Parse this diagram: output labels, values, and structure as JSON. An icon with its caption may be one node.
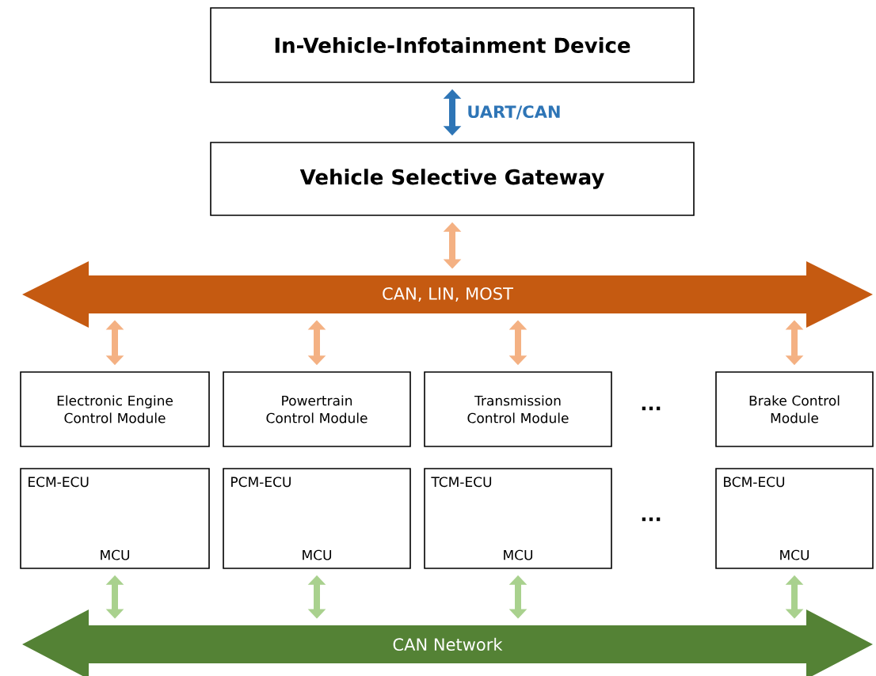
{
  "diagram": {
    "nodes": [
      {
        "text": [
          "In-Vehicle-Infotainment Device"
        ]
      },
      {
        "text": [
          "Vehicle Selective Gateway"
        ]
      },
      {
        "text": [
          "CAN, LIN, MOST"
        ]
      },
      {
        "text": [
          "Electronic Engine Control Module"
        ]
      },
      {
        "text": [
          "Powertrain Control Module"
        ]
      },
      {
        "text": [
          "Transmission Control Module"
        ]
      },
      {
        "text": [
          "Brake Control Module"
        ]
      },
      {
        "text": [
          "ECM-ECU",
          "MCU"
        ]
      },
      {
        "text": [
          "PCM-ECU",
          "MCU"
        ]
      },
      {
        "text": [
          "TCM-ECU",
          "MCU"
        ]
      },
      {
        "text": [
          "BCM-ECU",
          "MCU"
        ]
      },
      {
        "text": [
          "CAN Network"
        ]
      }
    ],
    "edges": [
      {
        "from": 0,
        "to": 1,
        "arrow": "both",
        "label": "UART/CAN",
        "color": "#2e75b6"
      },
      {
        "from": 1,
        "to": 2,
        "arrow": "both",
        "color": "#f4b183"
      },
      {
        "from": 2,
        "to": 3,
        "arrow": "both",
        "color": "#f4b183"
      },
      {
        "from": 2,
        "to": 4,
        "arrow": "both",
        "color": "#f4b183"
      },
      {
        "from": 2,
        "to": 5,
        "arrow": "both",
        "color": "#f4b183"
      },
      {
        "from": 2,
        "to": 6,
        "arrow": "both",
        "color": "#f4b183"
      },
      {
        "from": 7,
        "to": 11,
        "arrow": "both",
        "color": "#a9d18e"
      },
      {
        "from": 8,
        "to": 11,
        "arrow": "both",
        "color": "#a9d18e"
      },
      {
        "from": 9,
        "to": 11,
        "arrow": "both",
        "color": "#a9d18e"
      },
      {
        "from": 10,
        "to": 11,
        "arrow": "both",
        "color": "#a9d18e"
      }
    ],
    "labels": [
      "...",
      "..."
    ]
  }
}
